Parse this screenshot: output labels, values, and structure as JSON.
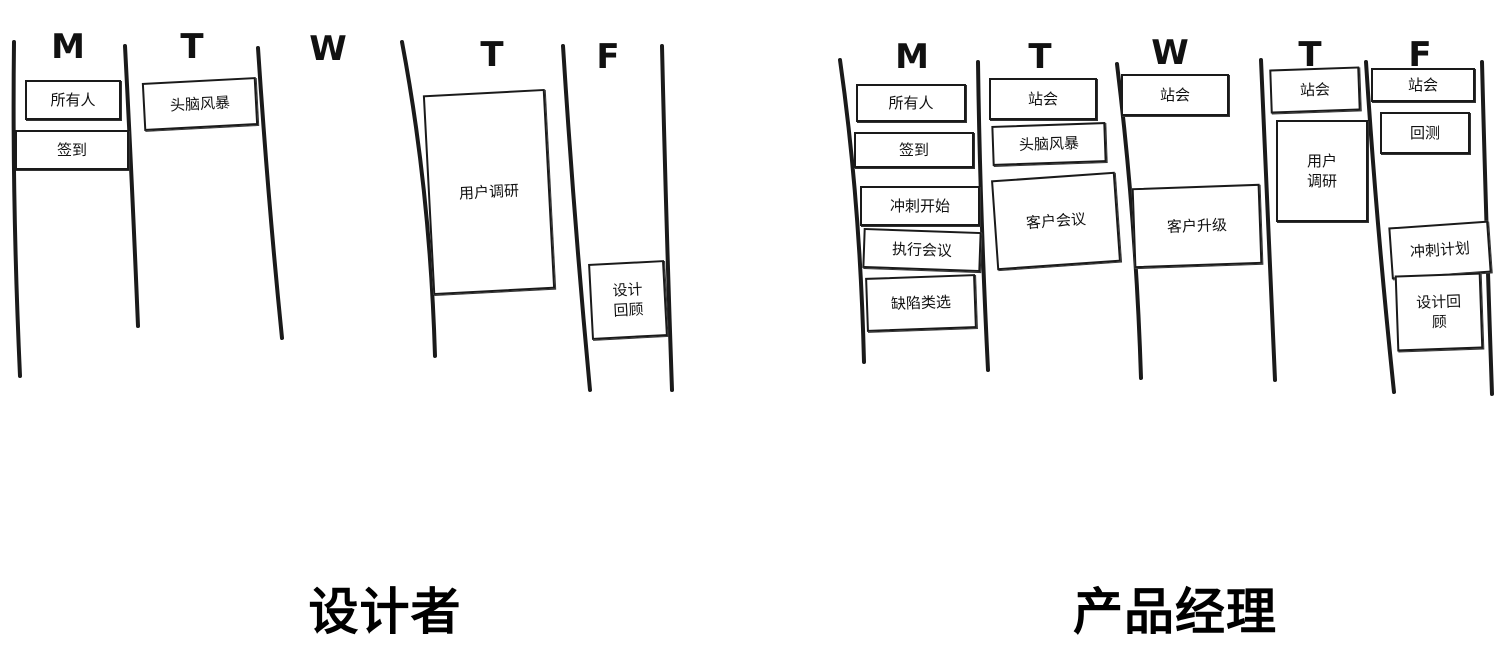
{
  "designer": {
    "caption": "设计者",
    "days": [
      "M",
      "T",
      "W",
      "T",
      "F"
    ],
    "cards": {
      "all_hands": "所有人",
      "checkin": "签到",
      "brainstorm": "头脑风暴",
      "user_research": "用户调研",
      "design_review": "设计\n回顾"
    }
  },
  "pm": {
    "caption": "产品经理",
    "days": [
      "M",
      "T",
      "W",
      "T",
      "F"
    ],
    "cards": {
      "all_hands": "所有人",
      "checkin": "签到",
      "sprint_start": "冲刺开始",
      "exec_meeting": "执行会议",
      "bug_triage": "缺陷类选",
      "standup_t": "站会",
      "brainstorm": "头脑风暴",
      "client_meeting": "客户会议",
      "standup_w": "站会",
      "client_upgrade": "客户升级",
      "standup_th": "站会",
      "user_research": "用户\n调研",
      "standup_f": "站会",
      "retro": "回测",
      "sprint_plan": "冲刺计划",
      "design_review": "设计回\n顾"
    }
  }
}
